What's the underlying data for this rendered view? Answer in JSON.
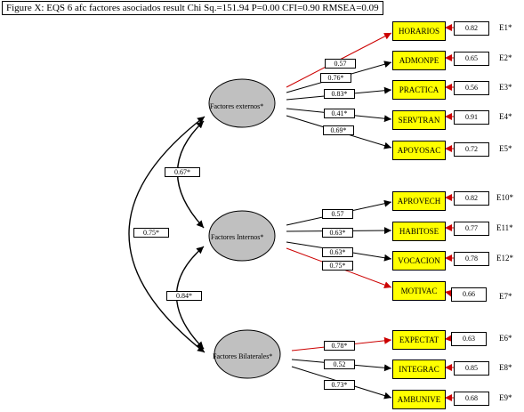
{
  "title": "Figure X: EQS 6 afc factores asociados result Chi Sq.=151.94 P=0.00 CFI=0.90 RMSEA=0.09",
  "factors": [
    {
      "label": "Factores externos*"
    },
    {
      "label": "Factores Internos*"
    },
    {
      "label": "Factores Bilaterales*"
    }
  ],
  "indicators": [
    {
      "label": "HORARIOS",
      "loading": "0.57",
      "error": "0.82",
      "error_label": "E1*"
    },
    {
      "label": "ADMONPE",
      "loading": "0.76*",
      "error": "0.65",
      "error_label": "E2*"
    },
    {
      "label": "PRACTICA",
      "loading": "0.83*",
      "error": "0.56",
      "error_label": "E3*"
    },
    {
      "label": "SERVTRAN",
      "loading": "0.41*",
      "error": "0.91",
      "error_label": "E4*"
    },
    {
      "label": "APOYOSAC",
      "loading": "0.69*",
      "error": "0.72",
      "error_label": "E5*"
    },
    {
      "label": "APROVECH",
      "loading": "0.57",
      "error": "0.82",
      "error_label": "E10*"
    },
    {
      "label": "HABITOSE",
      "loading": "0.63*",
      "error": "0.77",
      "error_label": "E11*"
    },
    {
      "label": "VOCACION",
      "loading": "0.63*",
      "error": "0.78",
      "error_label": "E12*"
    },
    {
      "label": "MOTIVAC",
      "loading": "0.75*",
      "error": "0.66",
      "error_label": "E7*"
    },
    {
      "label": "EXPECTAT",
      "loading": "0.78*",
      "error": "0.63",
      "error_label": "E6*"
    },
    {
      "label": "INTEGRAC",
      "loading": "0.52",
      "error": "0.85",
      "error_label": "E8*"
    },
    {
      "label": "AMBUNIVE",
      "loading": "0.73*",
      "error": "0.68",
      "error_label": "E9*"
    }
  ],
  "correlations": [
    {
      "value": "0.67*"
    },
    {
      "value": "0.84*"
    },
    {
      "value": "0.75*"
    }
  ],
  "colors": {
    "indicator_fill": "#ffff00",
    "factor_fill": "#c0c0c0",
    "highlight_arrow": "#cc0000",
    "line": "#000000"
  }
}
